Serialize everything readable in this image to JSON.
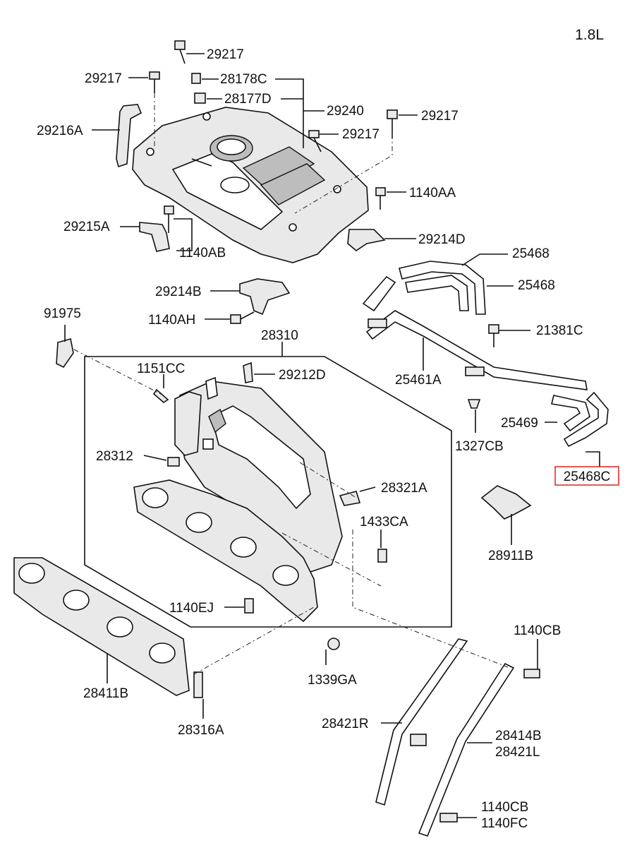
{
  "variant": "1.8L",
  "highlight_color": "#e0312f",
  "callouts": {
    "c29217_top": "29217",
    "c29217_left": "29217",
    "c28178C": "28178C",
    "c28177D": "28177D",
    "c29240": "29240",
    "c29217_right": "29217",
    "c29217_mid": "29217",
    "c29216A": "29216A",
    "c1140AA": "1140AA",
    "c29215A": "29215A",
    "c1140AB": "1140AB",
    "c29214D": "29214D",
    "c25468_a": "25468",
    "c25468_b": "25468",
    "c29214B": "29214B",
    "c91975": "91975",
    "c1140AH": "1140AH",
    "c21381C": "21381C",
    "c28310": "28310",
    "c1151CC": "1151CC",
    "c29212D": "29212D",
    "c25461A": "25461A",
    "c25469": "25469",
    "c1327CB": "1327CB",
    "c25468C": "25468C",
    "c28312": "28312",
    "c28321A": "28321A",
    "c1433CA": "1433CA",
    "c28911B": "28911B",
    "c1140EJ": "1140EJ",
    "c1140CB_a": "1140CB",
    "c1339GA": "1339GA",
    "c28411B": "28411B",
    "c28316A": "28316A",
    "c28421R": "28421R",
    "c28414B": "28414B",
    "c28421L": "28421L",
    "c1140CB_b": "1140CB",
    "c1140FC": "1140FC"
  }
}
